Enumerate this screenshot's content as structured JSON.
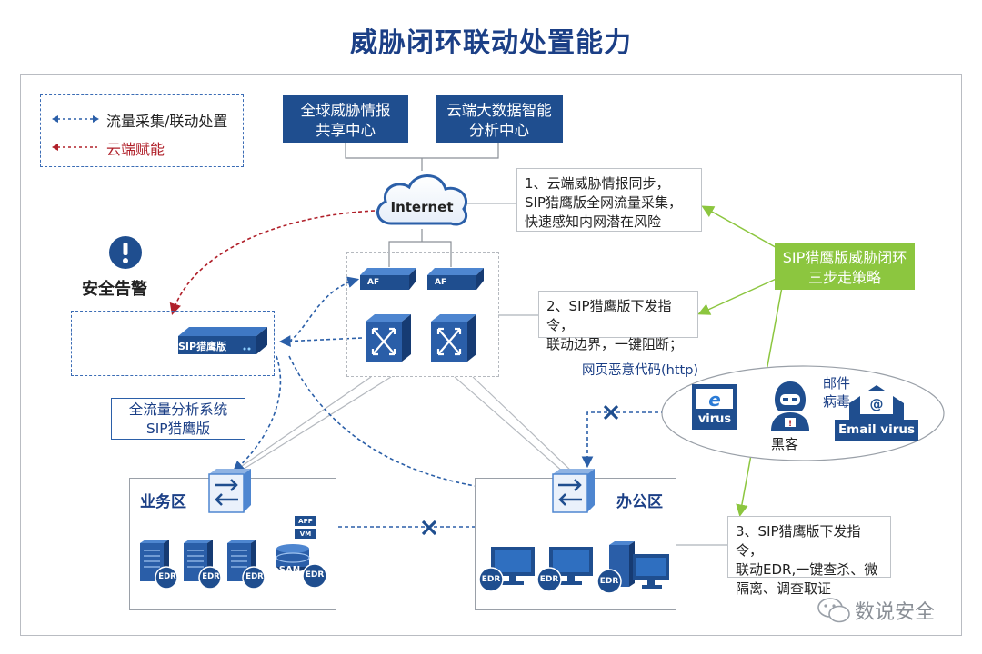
{
  "title": "威胁闭环联动处置能力",
  "legend": {
    "flow": "流量采集/联动处置",
    "cloud": "云端赋能"
  },
  "top_boxes": {
    "global_intel": [
      "全球威胁情报",
      "共享中心"
    ],
    "cloud_bigdata": [
      "云端大数据智能",
      "分析中心"
    ]
  },
  "internet_label": "Internet",
  "alert_label": "安全告警",
  "af_label": "AF",
  "sip_device_label": "SIP猎鹰版",
  "analysis_box": [
    "全流量分析系统",
    "SIP猎鹰版"
  ],
  "notes": {
    "step1": [
      "1、云端威胁情报同步，",
      "SIP猎鹰版全网流量采集，",
      "快速感知内网潜在风险"
    ],
    "step2": [
      "2、SIP猎鹰版下发指令，",
      "联动边界，一键阻断；"
    ],
    "step3": [
      "3、SIP猎鹰版下发指令，",
      "联动EDR,一键查杀、微",
      "隔离、调查取证"
    ]
  },
  "strategy_box": [
    "SIP猎鹰版威胁闭环",
    "三步走策略"
  ],
  "threat_area": {
    "label": "网页恶意代码(http)",
    "virus": "virus",
    "hacker": "黑客",
    "mail_label": [
      "邮件",
      "病毒"
    ],
    "email_virus": "Email virus"
  },
  "zones": {
    "business": "业务区",
    "office": "办公区"
  },
  "edr_label": "EDR",
  "asan_label": "aSAN",
  "app_label": "APP",
  "vm_label": "VM",
  "watermark": "数说安全",
  "colors": {
    "navy": "#1f4e8f",
    "flow_blue": "#2b5fa8",
    "cloud_red": "#b0202a",
    "green": "#8cc63f"
  }
}
